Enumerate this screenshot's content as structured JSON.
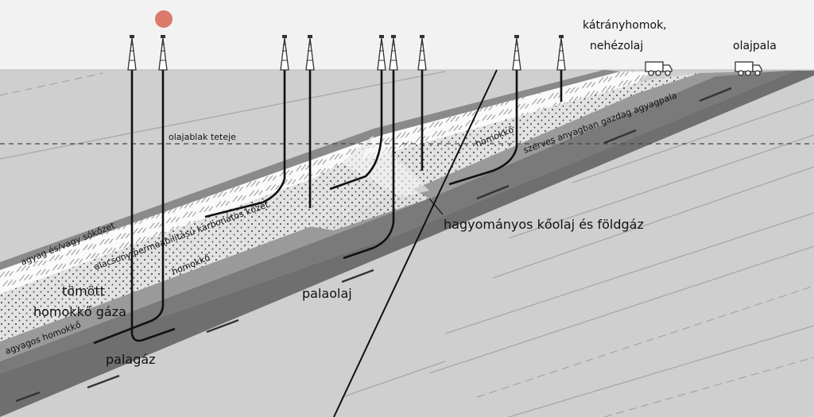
{
  "labels": {
    "oil_window_top": "olajablak teteje",
    "tar_sand_line1": "kátrányhomok,",
    "tar_sand_line2": "nehézolaj",
    "oil_shale": "olajpala",
    "sandstone_upper": "homokkő",
    "organic_shale": "szerves anyagban gazdag agyagpala",
    "conventional": "hagyományos kőolaj és földgáz",
    "clay_salt_seal": "agyag és/vagy sókőzet",
    "low_perm_carbonate": "alacsony permeabilitású karbonátos kőzet",
    "sandstone_lower": "homokkő",
    "tight_gas_line1": "tömött",
    "tight_gas_line2": "homokkő gáza",
    "shale_oil": "palaolaj",
    "shaly_sand": "agyagos homokkő",
    "shale_gas": "palagáz"
  },
  "colors": {
    "sky": "#f2f2f2",
    "ground": "#cfcfcf",
    "dark_layer": "#6f6f6f",
    "seal_layer": "#8a8a8a",
    "light_layer": "#fafafa",
    "sand_layer": "#dcdcdc",
    "sun": "#d97a6a"
  },
  "icons": [
    "drilling-rig-icon",
    "truck-icon",
    "sun-icon"
  ]
}
